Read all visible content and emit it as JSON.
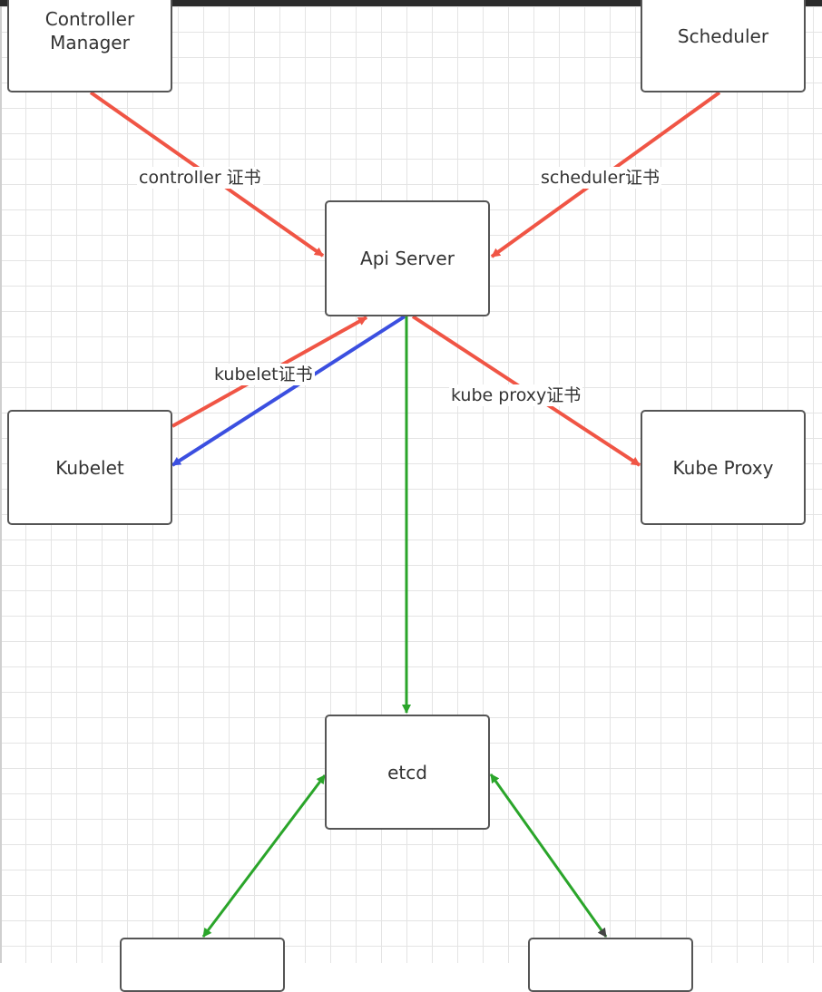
{
  "nodes": {
    "controller_manager": "Controller\nManager",
    "scheduler": "Scheduler",
    "api_server": "Api Server",
    "kubelet": "Kubelet",
    "kube_proxy": "Kube Proxy",
    "etcd": "etcd"
  },
  "edges": {
    "controller_label": "controller 证书",
    "scheduler_label": "scheduler证书",
    "kubelet_label": "kubelet证书",
    "kube_proxy_label": "kube proxy证书"
  },
  "colors": {
    "cert_edge": "#f05545",
    "kubelet_return_edge": "#3b4fe0",
    "etcd_edge": "#2aa52a",
    "node_border": "#555555",
    "grid": "#e4e4e4"
  }
}
